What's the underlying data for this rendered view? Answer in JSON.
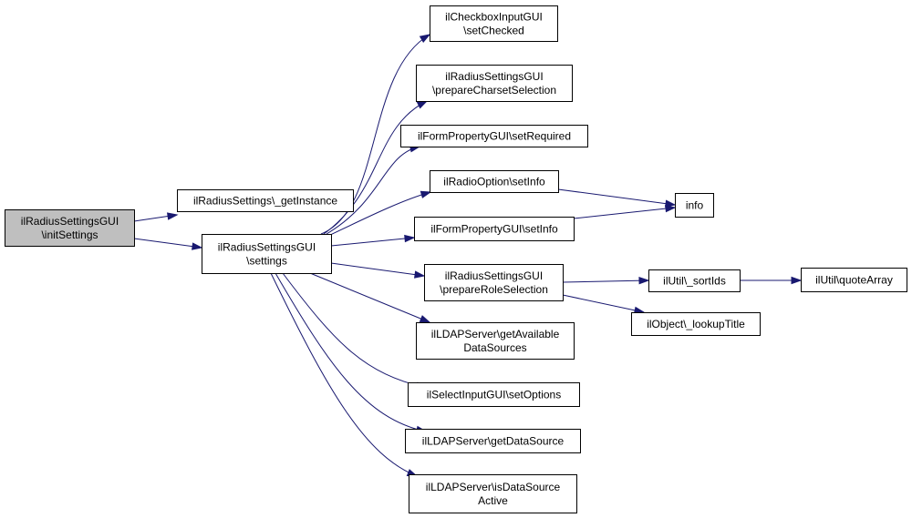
{
  "nodes": {
    "initSettings": {
      "lines": [
        "ilRadiusSettingsGUI",
        "\\initSettings"
      ]
    },
    "getInstance": {
      "lines": [
        "ilRadiusSettings\\_getInstance"
      ]
    },
    "settings": {
      "lines": [
        "ilRadiusSettingsGUI",
        "\\settings"
      ]
    },
    "setChecked": {
      "lines": [
        "ilCheckboxInputGUI",
        "\\setChecked"
      ]
    },
    "prepareCharsetSelection": {
      "lines": [
        "ilRadiusSettingsGUI",
        "\\prepareCharsetSelection"
      ]
    },
    "setRequired": {
      "lines": [
        "ilFormPropertyGUI\\setRequired"
      ]
    },
    "radioSetInfo": {
      "lines": [
        "ilRadioOption\\setInfo"
      ]
    },
    "formSetInfo": {
      "lines": [
        "ilFormPropertyGUI\\setInfo"
      ]
    },
    "info": {
      "lines": [
        "info"
      ]
    },
    "prepareRoleSelection": {
      "lines": [
        "ilRadiusSettingsGUI",
        "\\prepareRoleSelection"
      ]
    },
    "sortIds": {
      "lines": [
        "ilUtil\\_sortIds"
      ]
    },
    "quoteArray": {
      "lines": [
        "ilUtil\\quoteArray"
      ]
    },
    "lookupTitle": {
      "lines": [
        "ilObject\\_lookupTitle"
      ]
    },
    "getAvailableDataSources": {
      "lines": [
        "ilLDAPServer\\getAvailable",
        "DataSources"
      ]
    },
    "setOptions": {
      "lines": [
        "ilSelectInputGUI\\setOptions"
      ]
    },
    "getDataSource": {
      "lines": [
        "ilLDAPServer\\getDataSource"
      ]
    },
    "isDataSourceActive": {
      "lines": [
        "ilLDAPServer\\isDataSource",
        "Active"
      ]
    }
  },
  "edges": [
    [
      "initSettings",
      "getInstance"
    ],
    [
      "initSettings",
      "settings"
    ],
    [
      "settings",
      "setChecked"
    ],
    [
      "settings",
      "prepareCharsetSelection"
    ],
    [
      "settings",
      "setRequired"
    ],
    [
      "settings",
      "radioSetInfo"
    ],
    [
      "settings",
      "formSetInfo"
    ],
    [
      "settings",
      "prepareRoleSelection"
    ],
    [
      "settings",
      "getAvailableDataSources"
    ],
    [
      "settings",
      "setOptions"
    ],
    [
      "settings",
      "getDataSource"
    ],
    [
      "settings",
      "isDataSourceActive"
    ],
    [
      "radioSetInfo",
      "info"
    ],
    [
      "formSetInfo",
      "info"
    ],
    [
      "prepareRoleSelection",
      "sortIds"
    ],
    [
      "prepareRoleSelection",
      "lookupTitle"
    ],
    [
      "sortIds",
      "quoteArray"
    ]
  ]
}
